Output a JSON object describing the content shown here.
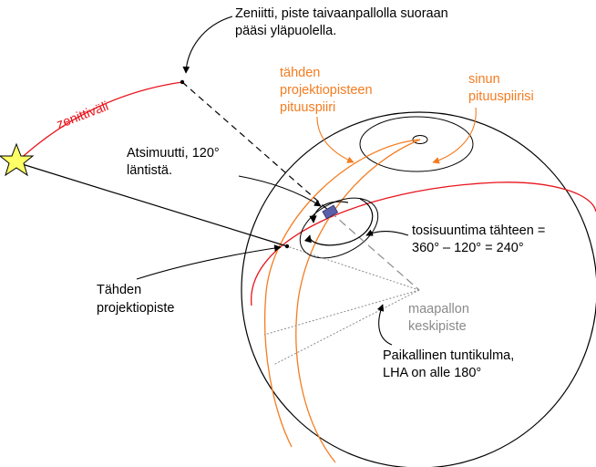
{
  "labels": {
    "zenith": [
      "Zeniitti, piste taivaanpallolla suoraan",
      "pääsi yläpuolella."
    ],
    "zenith_distance": "zenittiväli",
    "star_meridian": [
      "tähden",
      "projektiopisteen",
      "pituuspiiri"
    ],
    "your_meridian": [
      "sinun",
      "pituuspiirisi"
    ],
    "azimuth": [
      "Atsimuutti, 120°",
      "läntistä."
    ],
    "true_bearing": [
      "tosisuuntima tähteen =",
      "360° – 120° = 240°"
    ],
    "star_projection": [
      "Tähden",
      "projektiopiste"
    ],
    "earth_center": [
      "maapallon",
      "keskipiste"
    ],
    "lha": [
      "Paikallinen tuntikulma,",
      "LHA on alle 180°"
    ]
  },
  "colors": {
    "orange": "#f47c20",
    "red": "#e8141c",
    "black": "#000000",
    "gray": "#8a8a8a",
    "star_fill": "#ffff66",
    "observer": "#5b5fa8"
  }
}
